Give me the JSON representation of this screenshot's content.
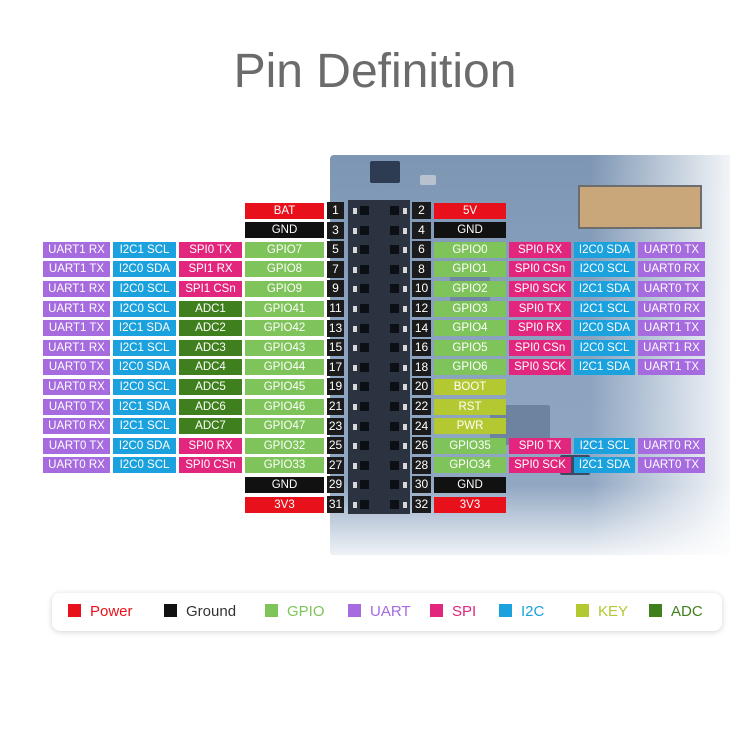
{
  "title": "Pin Definition",
  "colors": {
    "power": "#e8111b",
    "ground": "#111111",
    "gpio": "#7fc45a",
    "uart": "#a56bdf",
    "spi": "#e2267d",
    "i2c": "#1ba1dd",
    "key": "#b4c832",
    "adc": "#3f7f1d"
  },
  "header_pins": {
    "rows": [
      {
        "l": "1",
        "r": "2"
      },
      {
        "l": "3",
        "r": "4"
      },
      {
        "l": "5",
        "r": "6"
      },
      {
        "l": "7",
        "r": "8"
      },
      {
        "l": "9",
        "r": "10"
      },
      {
        "l": "11",
        "r": "12"
      },
      {
        "l": "13",
        "r": "14"
      },
      {
        "l": "15",
        "r": "16"
      },
      {
        "l": "17",
        "r": "18"
      },
      {
        "l": "19",
        "r": "20"
      },
      {
        "l": "21",
        "r": "22"
      },
      {
        "l": "23",
        "r": "24"
      },
      {
        "l": "25",
        "r": "26"
      },
      {
        "l": "27",
        "r": "28"
      },
      {
        "l": "29",
        "r": "30"
      },
      {
        "l": "31",
        "r": "32"
      }
    ]
  },
  "left": [
    [
      {
        "t": "BAT",
        "c": "power"
      }
    ],
    [
      {
        "t": "GND",
        "c": "ground"
      }
    ],
    [
      {
        "t": "GPIO7",
        "c": "gpio"
      },
      {
        "t": "SPI0 TX",
        "c": "spi"
      },
      {
        "t": "I2C1 SCL",
        "c": "i2c"
      },
      {
        "t": "UART1 RX",
        "c": "uart"
      }
    ],
    [
      {
        "t": "GPIO8",
        "c": "gpio"
      },
      {
        "t": "SPI1 RX",
        "c": "spi"
      },
      {
        "t": "I2C0 SDA",
        "c": "i2c"
      },
      {
        "t": "UART1 TX",
        "c": "uart"
      }
    ],
    [
      {
        "t": "GPIO9",
        "c": "gpio"
      },
      {
        "t": "SPI1 CSn",
        "c": "spi"
      },
      {
        "t": "I2C0 SCL",
        "c": "i2c"
      },
      {
        "t": "UART1 RX",
        "c": "uart"
      }
    ],
    [
      {
        "t": "GPIO41",
        "c": "gpio"
      },
      {
        "t": "ADC1",
        "c": "adc"
      },
      {
        "t": "I2C0 SCL",
        "c": "i2c"
      },
      {
        "t": "UART1 RX",
        "c": "uart"
      }
    ],
    [
      {
        "t": "GPIO42",
        "c": "gpio"
      },
      {
        "t": "ADC2",
        "c": "adc"
      },
      {
        "t": "I2C1 SDA",
        "c": "i2c"
      },
      {
        "t": "UART1 TX",
        "c": "uart"
      }
    ],
    [
      {
        "t": "GPIO43",
        "c": "gpio"
      },
      {
        "t": "ADC3",
        "c": "adc"
      },
      {
        "t": "I2C1 SCL",
        "c": "i2c"
      },
      {
        "t": "UART1 RX",
        "c": "uart"
      }
    ],
    [
      {
        "t": "GPIO44",
        "c": "gpio"
      },
      {
        "t": "ADC4",
        "c": "adc"
      },
      {
        "t": "I2C0 SDA",
        "c": "i2c"
      },
      {
        "t": "UART0 TX",
        "c": "uart"
      }
    ],
    [
      {
        "t": "GPIO45",
        "c": "gpio"
      },
      {
        "t": "ADC5",
        "c": "adc"
      },
      {
        "t": "I2C0 SCL",
        "c": "i2c"
      },
      {
        "t": "UART0 RX",
        "c": "uart"
      }
    ],
    [
      {
        "t": "GPIO46",
        "c": "gpio"
      },
      {
        "t": "ADC6",
        "c": "adc"
      },
      {
        "t": "I2C1 SDA",
        "c": "i2c"
      },
      {
        "t": "UART0 TX",
        "c": "uart"
      }
    ],
    [
      {
        "t": "GPIO47",
        "c": "gpio"
      },
      {
        "t": "ADC7",
        "c": "adc"
      },
      {
        "t": "I2C1 SCL",
        "c": "i2c"
      },
      {
        "t": "UART0 RX",
        "c": "uart"
      }
    ],
    [
      {
        "t": "GPIO32",
        "c": "gpio"
      },
      {
        "t": "SPI0 RX",
        "c": "spi"
      },
      {
        "t": "I2C0 SDA",
        "c": "i2c"
      },
      {
        "t": "UART0 TX",
        "c": "uart"
      }
    ],
    [
      {
        "t": "GPIO33",
        "c": "gpio"
      },
      {
        "t": "SPI0 CSn",
        "c": "spi"
      },
      {
        "t": "I2C0 SCL",
        "c": "i2c"
      },
      {
        "t": "UART0 RX",
        "c": "uart"
      }
    ],
    [
      {
        "t": "GND",
        "c": "ground"
      }
    ],
    [
      {
        "t": "3V3",
        "c": "power"
      }
    ]
  ],
  "right": [
    [
      {
        "t": "5V",
        "c": "power"
      }
    ],
    [
      {
        "t": "GND",
        "c": "ground"
      }
    ],
    [
      {
        "t": "GPIO0",
        "c": "gpio"
      },
      {
        "t": "SPI0 RX",
        "c": "spi"
      },
      {
        "t": "I2C0 SDA",
        "c": "i2c"
      },
      {
        "t": "UART0 TX",
        "c": "uart"
      }
    ],
    [
      {
        "t": "GPIO1",
        "c": "gpio"
      },
      {
        "t": "SPI0 CSn",
        "c": "spi"
      },
      {
        "t": "I2C0 SCL",
        "c": "i2c"
      },
      {
        "t": "UART0 RX",
        "c": "uart"
      }
    ],
    [
      {
        "t": "GPIO2",
        "c": "gpio"
      },
      {
        "t": "SPI0 SCK",
        "c": "spi"
      },
      {
        "t": "I2C1 SDA",
        "c": "i2c"
      },
      {
        "t": "UART0 TX",
        "c": "uart"
      }
    ],
    [
      {
        "t": "GPIO3",
        "c": "gpio"
      },
      {
        "t": "SPI0 TX",
        "c": "spi"
      },
      {
        "t": "I2C1 SCL",
        "c": "i2c"
      },
      {
        "t": "UART0 RX",
        "c": "uart"
      }
    ],
    [
      {
        "t": "GPIO4",
        "c": "gpio"
      },
      {
        "t": "SPI0 RX",
        "c": "spi"
      },
      {
        "t": "I2C0 SDA",
        "c": "i2c"
      },
      {
        "t": "UART1 TX",
        "c": "uart"
      }
    ],
    [
      {
        "t": "GPIO5",
        "c": "gpio"
      },
      {
        "t": "SPI0 CSn",
        "c": "spi"
      },
      {
        "t": "I2C0 SCL",
        "c": "i2c"
      },
      {
        "t": "UART1 RX",
        "c": "uart"
      }
    ],
    [
      {
        "t": "GPIO6",
        "c": "gpio"
      },
      {
        "t": "SPI0 SCK",
        "c": "spi"
      },
      {
        "t": "I2C1 SDA",
        "c": "i2c"
      },
      {
        "t": "UART1 TX",
        "c": "uart"
      }
    ],
    [
      {
        "t": "BOOT",
        "c": "key"
      }
    ],
    [
      {
        "t": "RST",
        "c": "key"
      }
    ],
    [
      {
        "t": "PWR",
        "c": "key"
      }
    ],
    [
      {
        "t": "GPIO35",
        "c": "gpio"
      },
      {
        "t": "SPI0 TX",
        "c": "spi"
      },
      {
        "t": "I2C1 SCL",
        "c": "i2c"
      },
      {
        "t": "UART0 RX",
        "c": "uart"
      }
    ],
    [
      {
        "t": "GPIO34",
        "c": "gpio"
      },
      {
        "t": "SPI0 SCK",
        "c": "spi"
      },
      {
        "t": "I2C1 SDA",
        "c": "i2c"
      },
      {
        "t": "UART0 TX",
        "c": "uart"
      }
    ],
    [
      {
        "t": "GND",
        "c": "ground"
      }
    ],
    [
      {
        "t": "3V3",
        "c": "power"
      }
    ]
  ],
  "legend": [
    {
      "label": "Power",
      "c": "power"
    },
    {
      "label": "Ground",
      "c": "ground"
    },
    {
      "label": "GPIO",
      "c": "gpio"
    },
    {
      "label": "UART",
      "c": "uart"
    },
    {
      "label": "SPI",
      "c": "spi"
    },
    {
      "label": "I2C",
      "c": "i2c"
    },
    {
      "label": "KEY",
      "c": "key"
    },
    {
      "label": "ADC",
      "c": "adc"
    }
  ]
}
